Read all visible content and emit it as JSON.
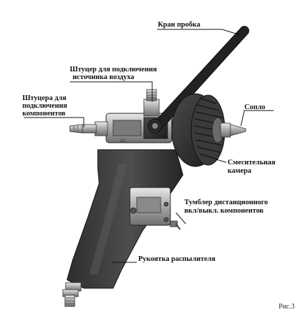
{
  "figure": {
    "caption": "Рис.3"
  },
  "labels": {
    "kran_probka": "Кран пробка",
    "shtutser_vozduh_1": "Штуцер для подключения",
    "shtutser_vozduh_2": "источника воздуха",
    "shtutsery_komp_1": "Штуцера для",
    "shtutsery_komp_2": "подключения",
    "shtutsery_komp_3": "компонентов",
    "soplo": "Сопло",
    "kamera_1": "Смесительная",
    "kamera_2": "камера",
    "tumbler_1": "Тумблер дистанционного",
    "tumbler_2": "вкл/выкл. компонентов",
    "rukoyatka": "Рукоятка распылителя"
  },
  "colors": {
    "body_dark": "#2b2b2b",
    "handle_dark": "#3a3a3a",
    "metal": "#b9b9b9",
    "leader": "#111111"
  }
}
